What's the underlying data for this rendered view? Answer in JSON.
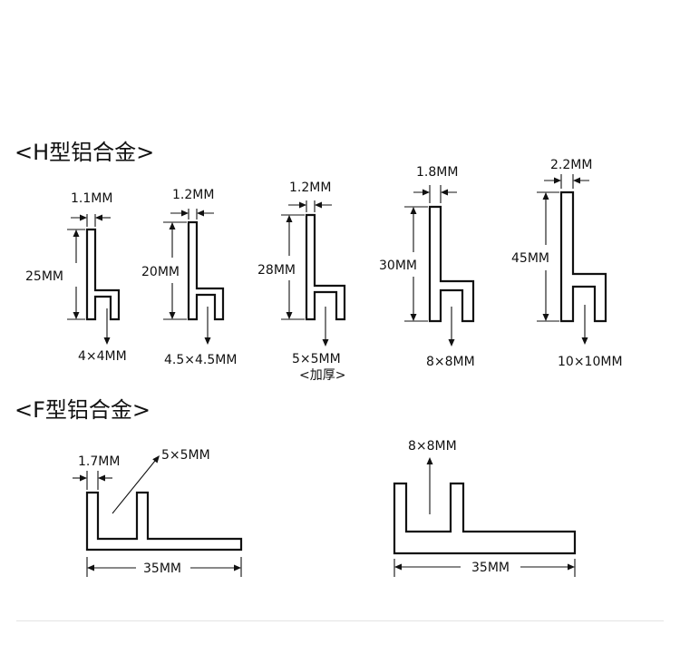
{
  "sections": {
    "h_title": "<H型铝合金>",
    "f_title": "<F型铝合金>"
  },
  "h_profiles": [
    {
      "thickness": "1.1MM",
      "height": "25MM",
      "slot": "4×4MM",
      "note": ""
    },
    {
      "thickness": "1.2MM",
      "height": "20MM",
      "slot": "4.5×4.5MM",
      "note": ""
    },
    {
      "thickness": "1.2MM",
      "height": "28MM",
      "slot": "5×5MM",
      "note": "<加厚>"
    },
    {
      "thickness": "1.8MM",
      "height": "30MM",
      "slot": "8×8MM",
      "note": ""
    },
    {
      "thickness": "2.2MM",
      "height": "45MM",
      "slot": "10×10MM",
      "note": ""
    }
  ],
  "f_profiles": [
    {
      "thickness": "1.7MM",
      "slot": "5×5MM",
      "width": "35MM"
    },
    {
      "thickness": "",
      "slot": "8×8MM",
      "width": "35MM"
    }
  ],
  "colors": {
    "line": "#111111",
    "fill": "#ffffff"
  }
}
